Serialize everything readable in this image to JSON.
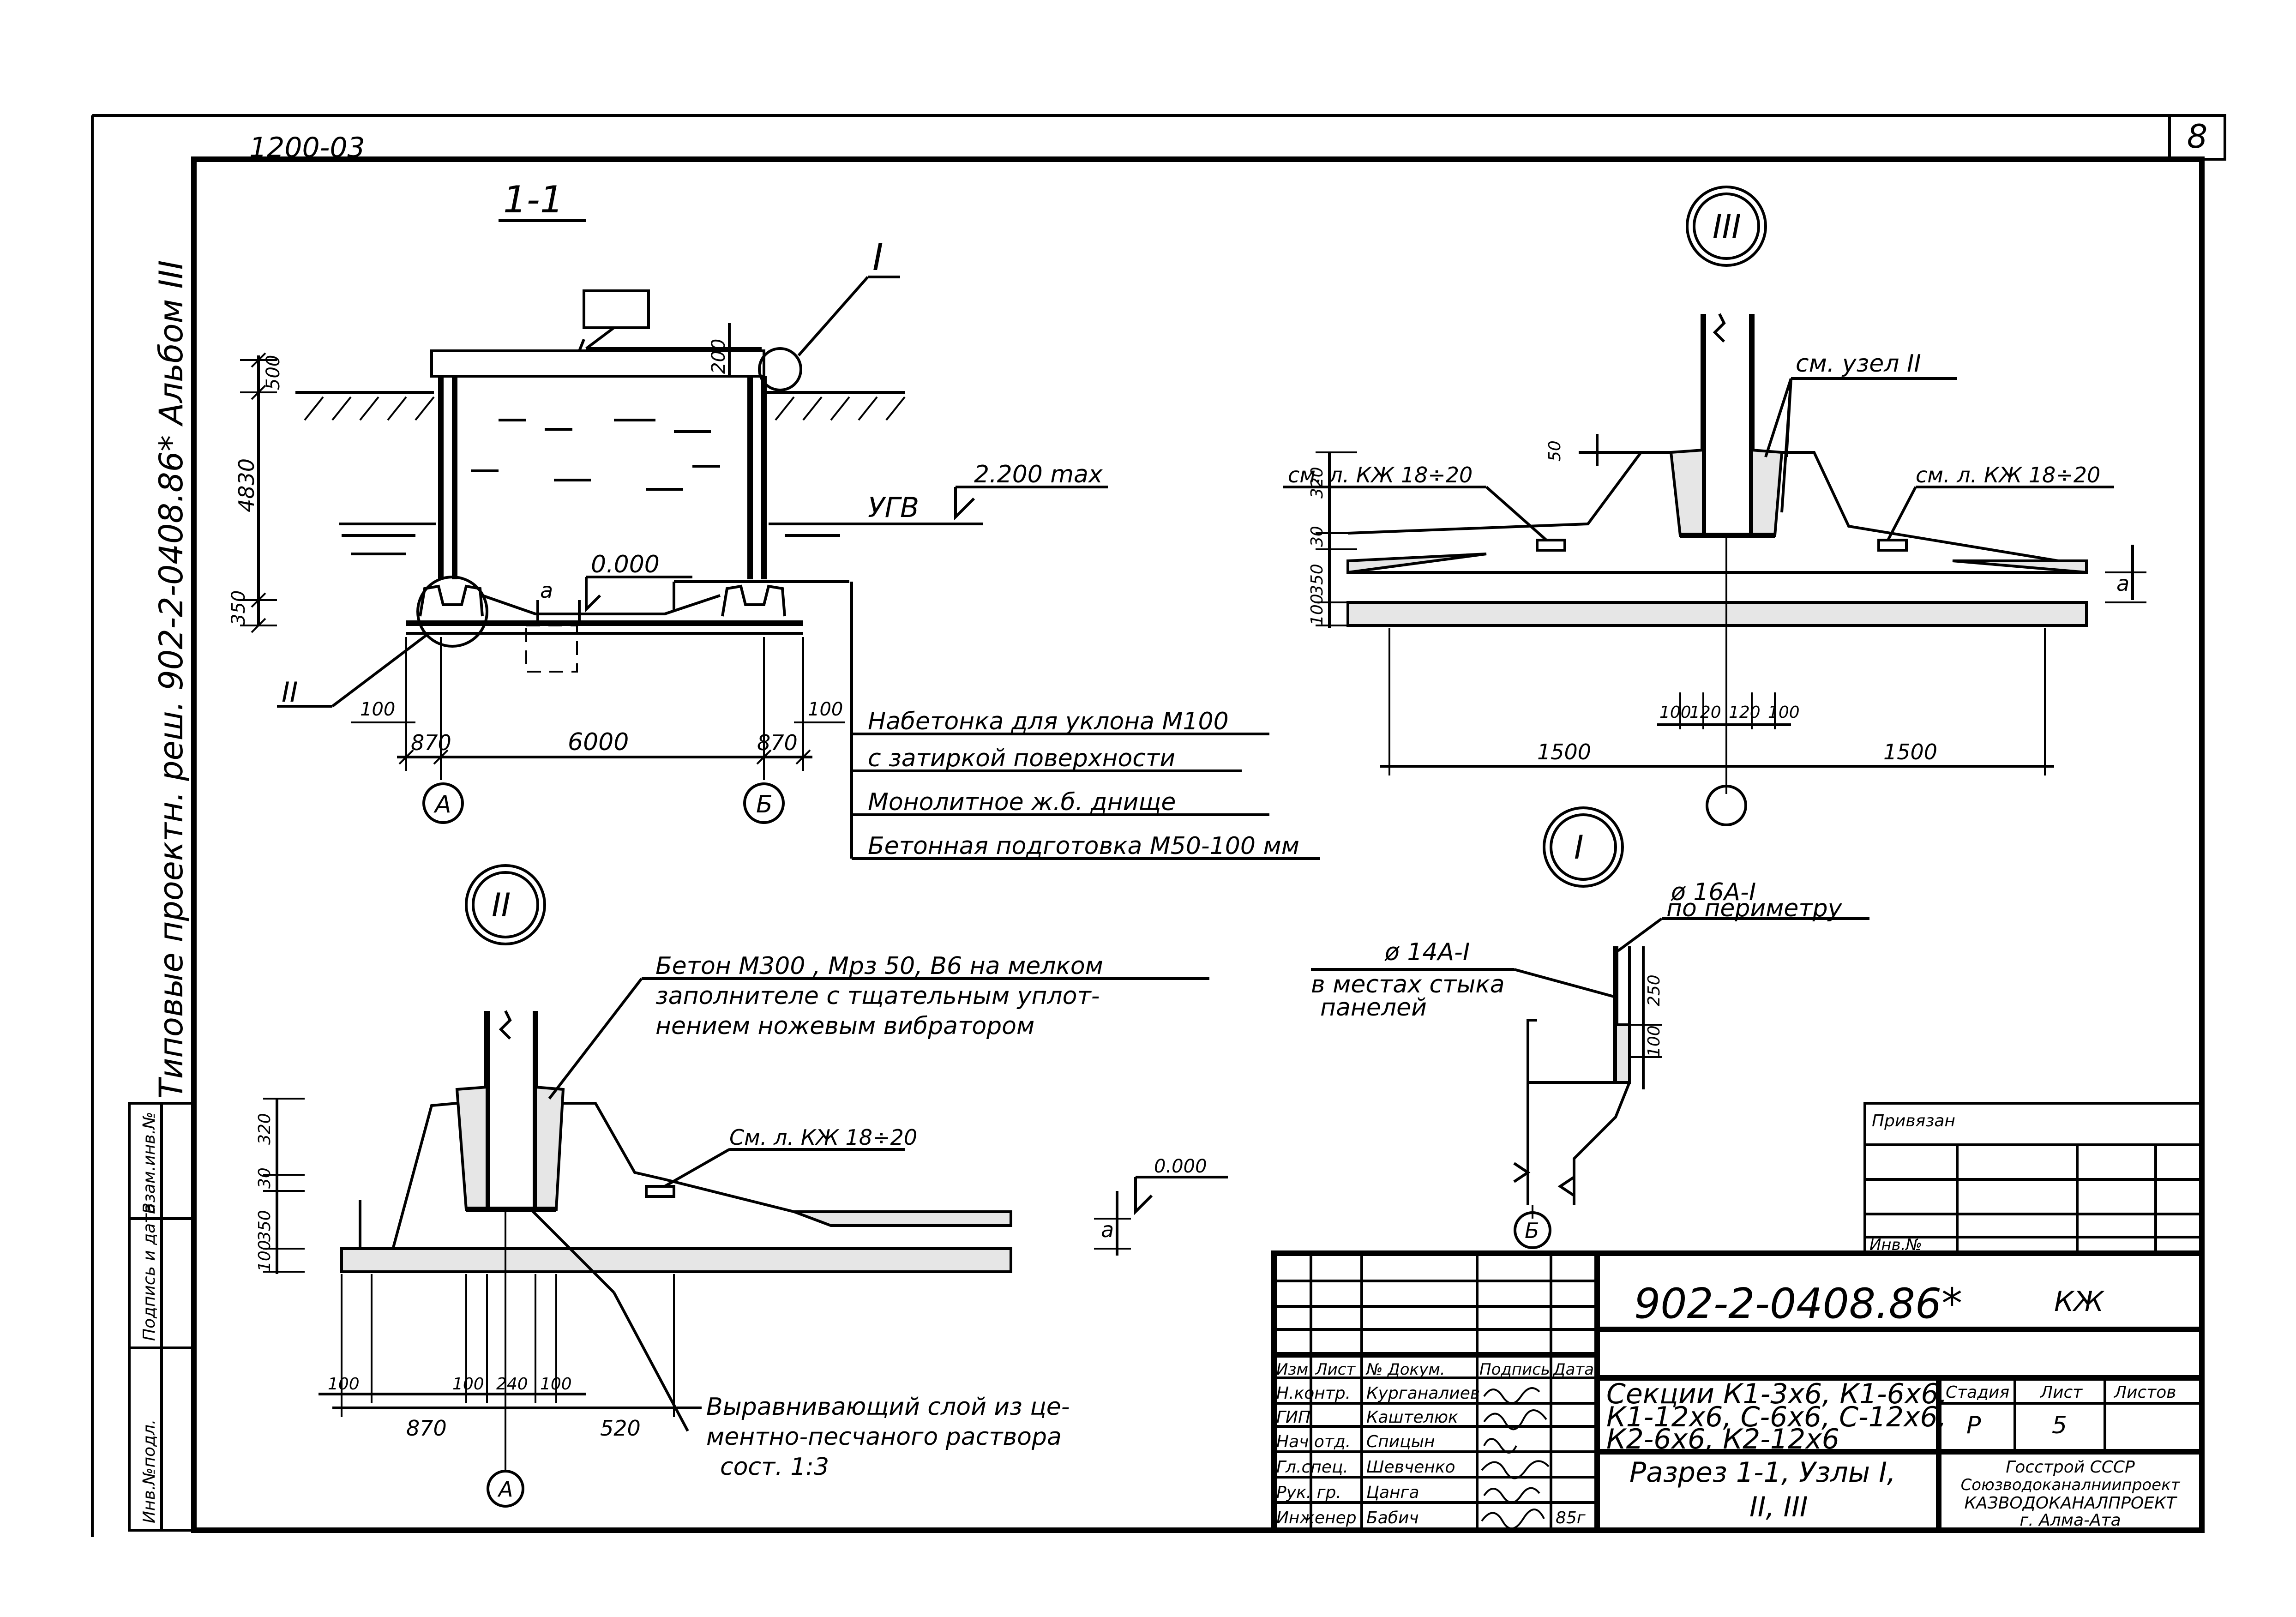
{
  "header": {
    "archive_no": "1200-03",
    "sheet_no": "8",
    "vertical_title": "Типовые   проектн. реш.   902-2-0408.86* Альбом III"
  },
  "section_1_1": {
    "title": "1-1",
    "node_I": "I",
    "node_II": "II",
    "ugv_label": "УГВ",
    "ugv_level": "2.200 max",
    "zero_level": "0.000",
    "dim_200": "200",
    "dim_500": "500",
    "dim_4830": "4830",
    "dim_350": "350",
    "dim_a": "a",
    "dim_100_left": "100",
    "dim_100_right": "100",
    "dim_870_left": "870",
    "dim_6000": "6000",
    "dim_870_right": "870",
    "axis_a": "А",
    "axis_b": "Б",
    "layers": [
      "Набетонка для уклона М100",
      "с затиркой поверхности",
      "Монолитное ж.б. днище",
      "Бетонная подготовка М50-100 мм"
    ]
  },
  "node_III": {
    "label": "III",
    "see_node": "см. узел II",
    "see_sheet_left": "см. л.  КЖ 18÷20",
    "see_sheet_right": "см. л.  КЖ 18÷20",
    "dim_320": "320",
    "dim_30": "30",
    "dim_350": "350",
    "dim_100": "100",
    "dim_50": "50",
    "dim_a": "a",
    "dims_bottom": [
      "100",
      "120",
      "120",
      "100"
    ],
    "dim_1500_left": "1500",
    "dim_1500_right": "1500"
  },
  "node_II": {
    "label": "II",
    "concrete_note": "Бетон  М300 , Мрз 50,   В6 на мелком",
    "concrete_note2": "заполнителе с тщательным уплот-",
    "concrete_note3": "нением ножевым вибратором",
    "see_sheet": "См. л.  КЖ 18÷20",
    "zero_level": "0.000",
    "dim_320": "320",
    "dim_30": "30",
    "dim_350": "350",
    "dim_100": "100",
    "dim_a": "a",
    "dims_bottom": [
      "100",
      "100",
      "240",
      "100"
    ],
    "dim_870": "870",
    "dim_520": "520",
    "axis": "А",
    "levelling_note1": "Выравнивающий слой из це-",
    "levelling_note2": "ментно-песчаного раствора",
    "levelling_note3": "сост. 1:3"
  },
  "node_I": {
    "label": "I",
    "rebar_16": "ø 16А-I",
    "rebar_16_note": "по периметру",
    "rebar_14": "ø 14А-I",
    "rebar_14_note1": "в местах стыка",
    "rebar_14_note2": "панелей",
    "dim_250": "250",
    "dim_100": "100",
    "axis": "Б"
  },
  "binding_stamp": {
    "title": "Привязан",
    "inv_no": "Инв.№"
  },
  "side_stamp": {
    "cells": [
      "Взам.инв.№",
      "Подпись и дата",
      "Инв.№подл."
    ]
  },
  "title_block": {
    "doc_code": "902-2-0408.86*",
    "mark": "КЖ",
    "col_headers": [
      "Изм",
      "Лист",
      "№ Докум.",
      "Подпись",
      "Дата"
    ],
    "staff": [
      {
        "role": "Н.контр.",
        "name": "Курганалиев"
      },
      {
        "role": "ГИП",
        "name": "Каштелюк"
      },
      {
        "role": "Нач.отд.",
        "name": "Спицын"
      },
      {
        "role": "Гл.спец.",
        "name": "Шевченко"
      },
      {
        "role": "Рук. гр.",
        "name": "Цанга"
      },
      {
        "role": "Инженер",
        "name": "Бабич"
      }
    ],
    "date": "85г",
    "sections_line1": "Секции К1-3х6, К1-6х6,",
    "sections_line2": "К1-12х6, С-6х6, С-12х6,",
    "sections_line3": "К2-6х6, К2-12х6",
    "drawing_line1": "Разрез 1-1, Узлы I,",
    "drawing_line2": "II, III",
    "stage_label": "Стадия",
    "sheet_label": "Лист",
    "sheets_label": "Листов",
    "stage": "Р",
    "sheet": "5",
    "org_line1": "Госстрой СССР",
    "org_line2": "Союзводоканалниипроект",
    "org_line3": "КАЗВОДОКАНАЛПРОЕКТ",
    "org_line4": "г. Алма-Ата"
  }
}
